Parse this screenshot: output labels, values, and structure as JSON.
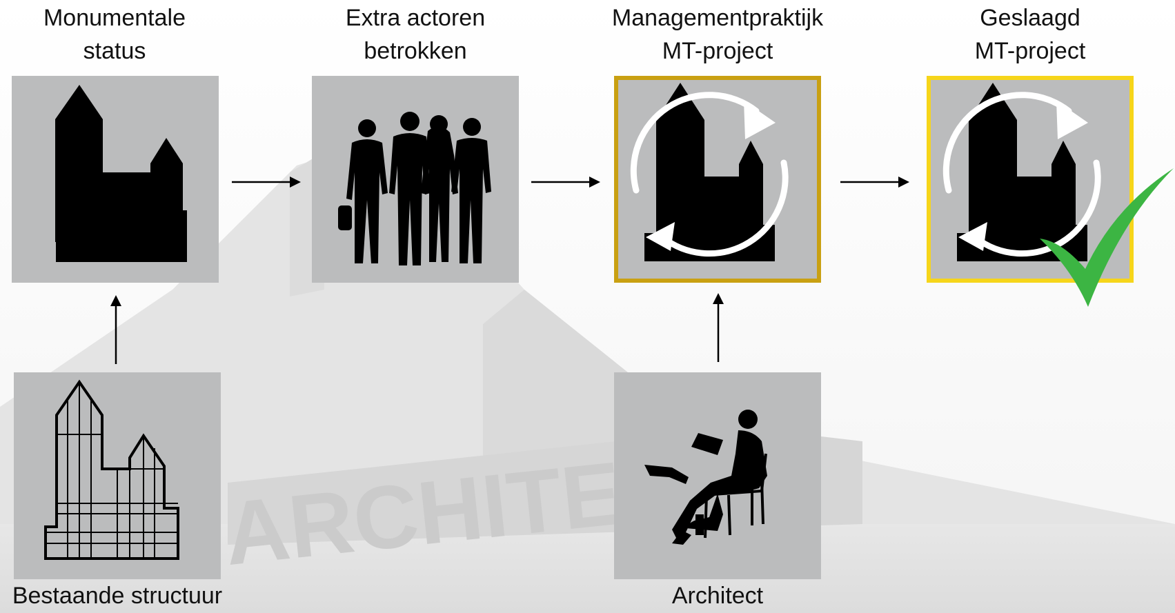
{
  "nodes": {
    "monumental": {
      "label": "Monumentale\nstatus",
      "icon": "church-icon"
    },
    "actors": {
      "label": "Extra actoren\nbetrokken",
      "icon": "people-icon"
    },
    "practice": {
      "label": "Managementpraktijk\nMT-project",
      "icon": "church-cycle-icon",
      "border_color": "#c9a012"
    },
    "success": {
      "label": "Geslaagd\nMT-project",
      "icon": "church-cycle-icon",
      "border_color": "#f6d51a"
    },
    "structure": {
      "label": "Bestaande structuur",
      "icon": "church-grid-icon"
    },
    "architect": {
      "label": "Architect",
      "icon": "seated-person-icon"
    }
  },
  "colors": {
    "tile": "#bbbcbd",
    "checkmark": "#3cb543"
  },
  "background_watermark": {
    "text": "ARCHITECT"
  }
}
